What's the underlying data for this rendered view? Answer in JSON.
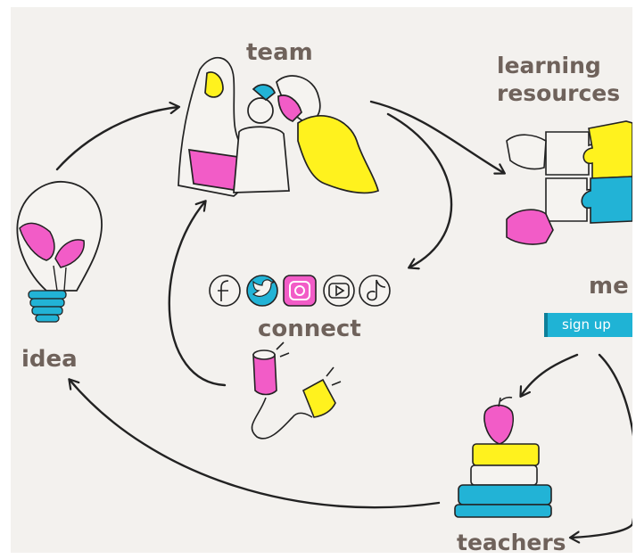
{
  "labels": {
    "team": "team",
    "learning": "learning",
    "resources": "resources",
    "connect": "connect",
    "idea": "idea",
    "me": "me",
    "teachers": "teachers"
  },
  "signup": {
    "label": "sign up"
  },
  "social_icons": [
    "facebook-icon",
    "twitter-icon",
    "instagram-icon",
    "youtube-icon",
    "tiktok-icon"
  ],
  "colors": {
    "pink": "#f25cc7",
    "yellow": "#fff21e",
    "blue": "#22b3d6",
    "text": "#6f625b",
    "ink": "#1e1e1e",
    "background": "#f3f1ee"
  }
}
